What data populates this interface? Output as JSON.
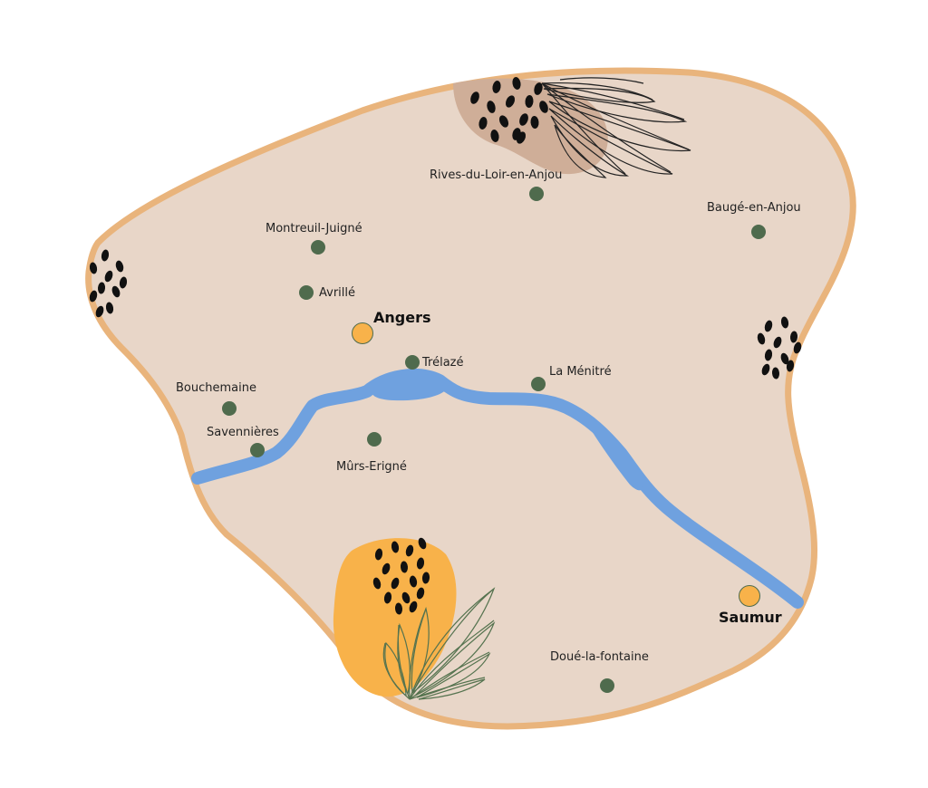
{
  "map": {
    "colors": {
      "land": "#e8d6c8",
      "border": "#e9b47c",
      "river": "#6fa1df",
      "minor_town": "#4f6b4d",
      "major_town": "#f8b24a",
      "accent_orange": "#f8b24a",
      "accent_brown": "#cfae98",
      "ink": "#111111",
      "leaf_green": "#55734f"
    },
    "cities": {
      "rives": {
        "name": "Rives-du-Loir-en-Anjou",
        "kind": "town"
      },
      "bauge": {
        "name": "Baugé-en-Anjou",
        "kind": "town"
      },
      "montreuil": {
        "name": "Montreuil-Juigné",
        "kind": "town"
      },
      "avrille": {
        "name": "Avrillé",
        "kind": "town"
      },
      "angers": {
        "name": "Angers",
        "kind": "major"
      },
      "trelaze": {
        "name": "Trélazé",
        "kind": "town"
      },
      "menitre": {
        "name": "La Ménitré",
        "kind": "town"
      },
      "bouchemaine": {
        "name": "Bouchemaine",
        "kind": "town"
      },
      "savennieres": {
        "name": "Savennières",
        "kind": "town"
      },
      "murs": {
        "name": "Mûrs-Erigné",
        "kind": "town"
      },
      "saumur": {
        "name": "Saumur",
        "kind": "major"
      },
      "doue": {
        "name": "Doué-la-fontaine",
        "kind": "town"
      }
    }
  }
}
